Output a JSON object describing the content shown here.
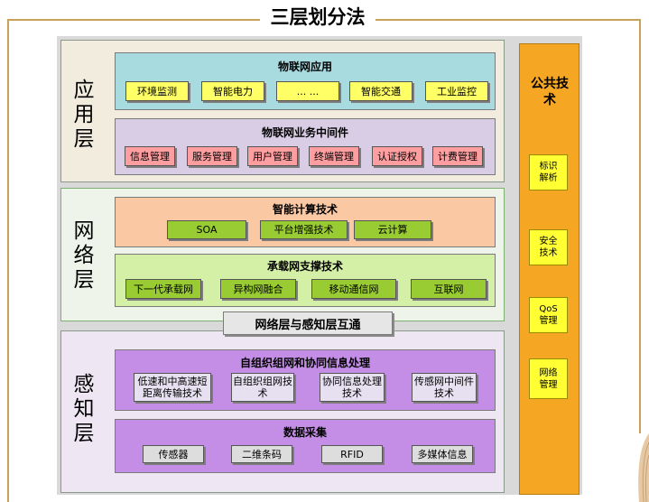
{
  "title": "三层划分法",
  "application_layer": {
    "label": "应用层",
    "iot_apps": {
      "title": "物联网应用",
      "items": [
        "环境监测",
        "智能电力",
        "... ...",
        "智能交通",
        "工业监控"
      ]
    },
    "middleware": {
      "title": "物联网业务中间件",
      "items": [
        "信息管理",
        "服务管理",
        "用户管理",
        "终端管理",
        "认证授权",
        "计费管理"
      ]
    }
  },
  "network_layer": {
    "label": "网络层",
    "smart_computing": {
      "title": "智能计算技术",
      "items": [
        "SOA",
        "平台增强技术",
        "云计算"
      ]
    },
    "bearer_network": {
      "title": "承载网支撑技术",
      "items": [
        "下一代承载网",
        "异构网融合",
        "移动通信网",
        "互联网"
      ]
    }
  },
  "interconnect": "网络层与感知层互通",
  "perception_layer": {
    "label": "感知层",
    "self_org": {
      "title": "自组织组网和协同信息处理",
      "items": [
        "低速和中高速短距离传输技术",
        "自组织组网技术",
        "协同信息处理技术",
        "传感网中间件技术"
      ]
    },
    "data_collection": {
      "title": "数据采集",
      "items": [
        "传感器",
        "二维条码",
        "RFID",
        "多媒体信息"
      ]
    }
  },
  "public_tech": {
    "title": "公共技术",
    "items": [
      "标识解析",
      "安全技术",
      "QoS管理",
      "网络管理"
    ]
  },
  "colors": {
    "app_layer_bg": "#f1ecde",
    "net_layer_bg": "#eef4ea",
    "perc_layer_bg": "#eee6f3",
    "teal_panel": "#a7dbe0",
    "lavender_panel": "#d8cde4",
    "salmon_panel": "#fbc8a4",
    "lightgreen_panel": "#d4f0a6",
    "purple_panel": "#c48ee6",
    "public_tech": "#f5a623"
  }
}
